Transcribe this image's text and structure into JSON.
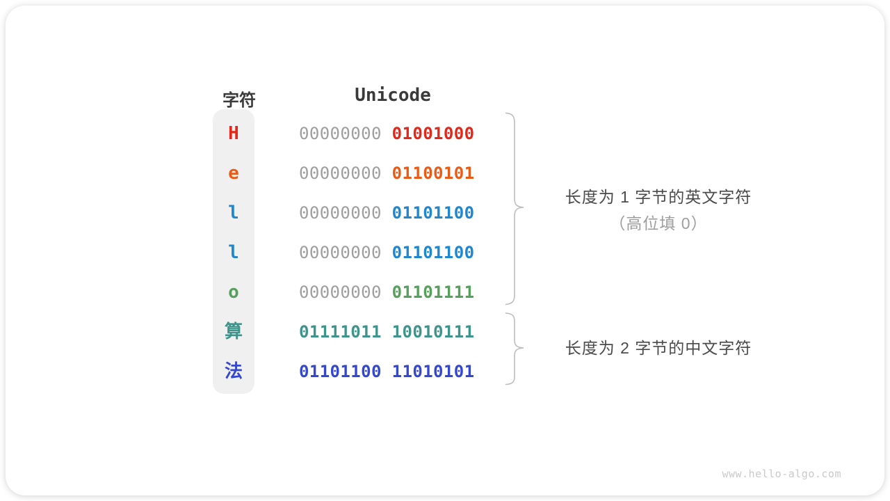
{
  "diagram": {
    "header": {
      "char_label": "字符",
      "unicode_label": "Unicode"
    },
    "rows": [
      {
        "char": "H",
        "accent": "#e2281a",
        "bytes": [
          {
            "bits": "00000000",
            "muted": true
          },
          {
            "bits": "01001000",
            "muted": false
          }
        ]
      },
      {
        "char": "e",
        "accent": "#ea5b17",
        "bytes": [
          {
            "bits": "00000000",
            "muted": true
          },
          {
            "bits": "01100101",
            "muted": false
          }
        ]
      },
      {
        "char": "l",
        "accent": "#1f86d0",
        "bytes": [
          {
            "bits": "00000000",
            "muted": true
          },
          {
            "bits": "01101100",
            "muted": false
          }
        ]
      },
      {
        "char": "l",
        "accent": "#1f86d0",
        "bytes": [
          {
            "bits": "00000000",
            "muted": true
          },
          {
            "bits": "01101100",
            "muted": false
          }
        ]
      },
      {
        "char": "o",
        "accent": "#55a05a",
        "bytes": [
          {
            "bits": "00000000",
            "muted": true
          },
          {
            "bits": "01101111",
            "muted": false
          }
        ]
      },
      {
        "char": "算",
        "accent": "#3e948b",
        "bytes": [
          {
            "bits": "01111011",
            "muted": false
          },
          {
            "bits": "10010111",
            "muted": false
          }
        ]
      },
      {
        "char": "法",
        "accent": "#3447cf",
        "bytes": [
          {
            "bits": "01101100",
            "muted": false
          },
          {
            "bits": "11010101",
            "muted": false
          }
        ]
      }
    ],
    "annotations": [
      {
        "lines": [
          {
            "text": "长度为 1 字节的英文字符",
            "muted": false
          },
          {
            "text": "（高位填 0）",
            "muted": true
          }
        ]
      },
      {
        "lines": [
          {
            "text": "长度为 2 字节的中文字符",
            "muted": false
          }
        ]
      }
    ],
    "watermark": "www.hello-algo.com"
  },
  "colors": {
    "muted_bits": "#9e9e9e",
    "header_text": "#3a3a3a",
    "annotation_text": "#4a4a4a",
    "annotation_muted": "#9e9e9e",
    "brace": "#bdbdbd",
    "column_bg": "#f0f0f0",
    "watermark": "#c9c9c9"
  }
}
